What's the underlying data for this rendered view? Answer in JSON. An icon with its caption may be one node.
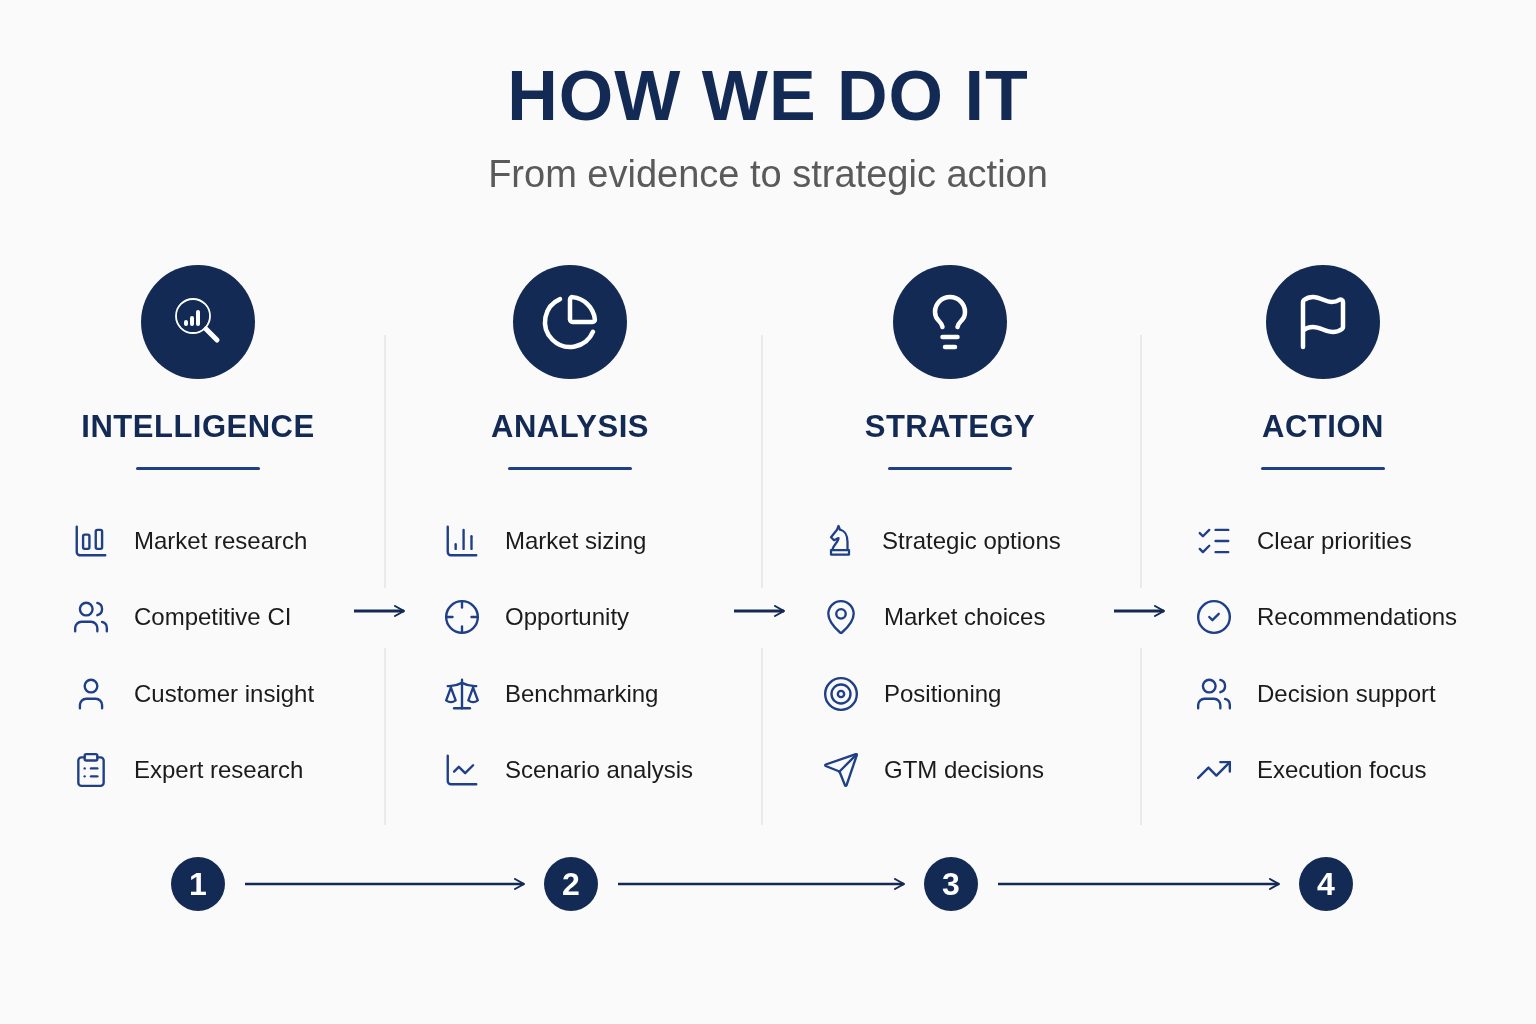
{
  "diagram": {
    "title": "HOW WE DO IT",
    "nodes": [
      {
        "text": [
          "INTELLIGENCE",
          "Market research",
          "Competitive CI",
          "Customer insight",
          "Expert research"
        ]
      },
      {
        "text": [
          "ANALYSIS",
          "Market sizing",
          "Opportunity",
          "Benchmarking",
          "Scenario analysis"
        ]
      },
      {
        "text": [
          "STRATEGY",
          "Strategic options",
          "Market choices",
          "Positioning",
          "GTM decisions"
        ]
      },
      {
        "text": [
          "ACTION",
          "Clear priorities",
          "Recommendations",
          "Decision support",
          "Execution focus"
        ]
      },
      {
        "text": [
          "1"
        ]
      },
      {
        "text": [
          "2"
        ]
      },
      {
        "text": [
          "3"
        ]
      },
      {
        "text": [
          "4"
        ]
      }
    ],
    "edges": [
      {
        "from": 0,
        "to": 1,
        "arrow": "to"
      },
      {
        "from": 1,
        "to": 2,
        "arrow": "to"
      },
      {
        "from": 2,
        "to": 3,
        "arrow": "to"
      },
      {
        "from": 4,
        "to": 5,
        "arrow": "to"
      },
      {
        "from": 5,
        "to": 6,
        "arrow": "to"
      },
      {
        "from": 6,
        "to": 7,
        "arrow": "to"
      }
    ],
    "labels": [
      "From evidence to strategic action"
    ]
  }
}
